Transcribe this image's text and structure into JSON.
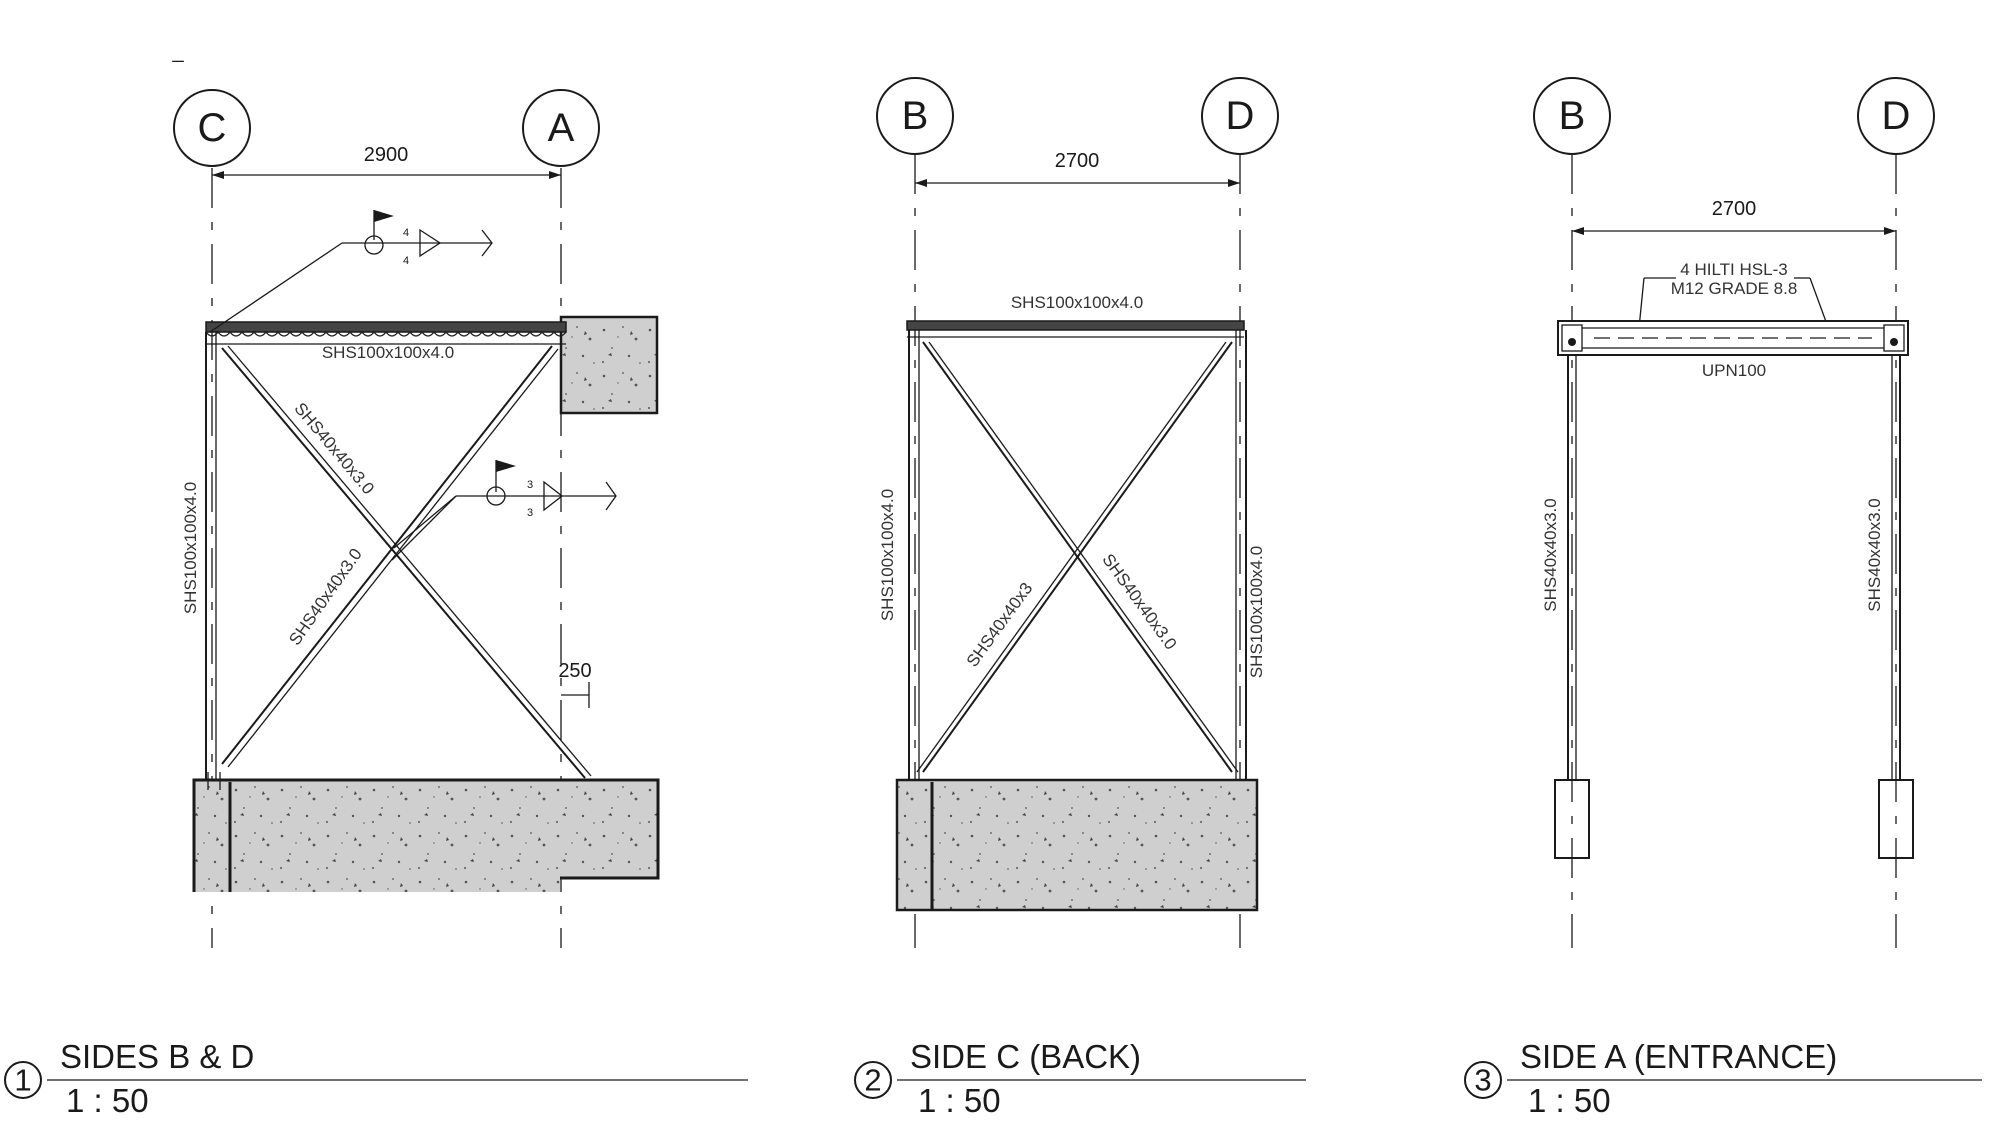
{
  "views": [
    {
      "number": "1",
      "title": "SIDES B & D",
      "scale": "1 : 50",
      "grid_left": "C",
      "grid_right": "A",
      "dimension": "2900",
      "offset_dimension": "250",
      "top_member": "SHS100x100x4.0",
      "column_member": "SHS100x100x4.0",
      "brace_upper": "SHS40x40x3.0",
      "brace_lower": "SHS40x40x3.0",
      "weld_top": {
        "upper": "4",
        "lower": "4"
      },
      "weld_mid": {
        "upper": "3",
        "lower": "3"
      }
    },
    {
      "number": "2",
      "title": "SIDE C (BACK)",
      "scale": "1 : 50",
      "grid_left": "B",
      "grid_right": "D",
      "dimension": "2700",
      "top_member": "SHS100x100x4.0",
      "column_left": "SHS100x100x4.0",
      "column_right": "SHS100x100x4.0",
      "brace_left": "SHS40x40x3",
      "brace_right": "SHS40x40x3.0"
    },
    {
      "number": "3",
      "title": "SIDE A (ENTRANCE)",
      "scale": "1 : 50",
      "grid_left": "B",
      "grid_right": "D",
      "dimension": "2700",
      "anchor_note_line1": "4 HILTI HSL-3",
      "anchor_note_line2": "M12 GRADE 8.8",
      "beam_member": "UPN100",
      "column_left": "SHS40x40x3.0",
      "column_right": "SHS40x40x3.0"
    }
  ],
  "corner_mark": "_"
}
